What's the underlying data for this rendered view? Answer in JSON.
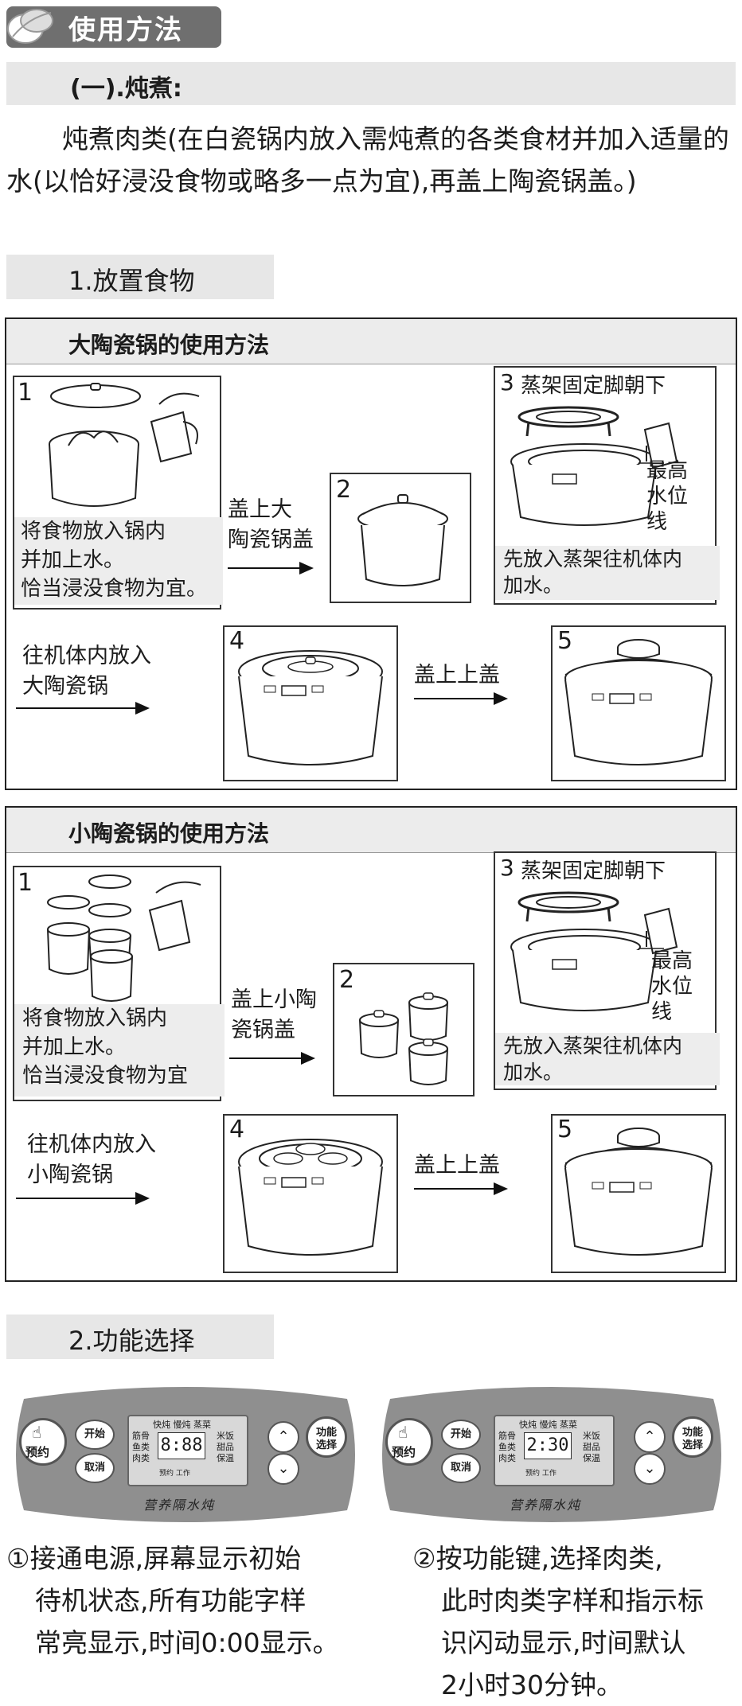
{
  "header": {
    "title": "使用方法"
  },
  "section": {
    "heading": "(一).炖煮:",
    "intro": "炖煮肉类(在白瓷锅内放入需炖煮的各类食材并加入适量的水(以恰好浸没食物或略多一点为宜),再盖上陶瓷锅盖。)"
  },
  "step1": {
    "heading": "1.放置食物"
  },
  "panel_large": {
    "title": "大陶瓷锅的使用方法",
    "box1_num": "1",
    "box1_caption": [
      "将食物放入锅内",
      "并加上水。",
      "恰当浸没食物为宜。"
    ],
    "arrow1_label": [
      "盖上大",
      "陶瓷锅盖"
    ],
    "box2_num": "2",
    "box3_num": "3",
    "box3_title": "蒸架固定脚朝下",
    "box3_water": [
      "最高",
      "水位",
      "线"
    ],
    "box3_caption": [
      "先放入蒸架往机体内",
      "加水。"
    ],
    "arrow2_label": [
      "往机体内放入",
      "大陶瓷锅"
    ],
    "box4_num": "4",
    "arrow3_label": "盖上上盖",
    "box5_num": "5"
  },
  "panel_small": {
    "title": "小陶瓷锅的使用方法",
    "box1_num": "1",
    "box1_caption": [
      "将食物放入锅内",
      "并加上水。",
      "恰当浸没食物为宜"
    ],
    "arrow1_label": [
      "盖上小陶",
      "瓷锅盖"
    ],
    "box2_num": "2",
    "box3_num": "3",
    "box3_title": "蒸架固定脚朝下",
    "box3_water": [
      "最高",
      "水位",
      "线"
    ],
    "box3_caption": [
      "先放入蒸架往机体内",
      "加水。"
    ],
    "arrow2_label": [
      "往机体内放入",
      "小陶瓷锅"
    ],
    "box4_num": "4",
    "arrow3_label": "盖上上盖",
    "box5_num": "5"
  },
  "step2": {
    "heading": "2.功能选择"
  },
  "control_panels": [
    {
      "display": "8:88",
      "keys": {
        "reserve": "预约",
        "start": "开始",
        "cancel": "取消",
        "func": [
          "功能",
          "选择"
        ]
      },
      "menu_top": [
        "快炖",
        "慢炖",
        "蒸菜"
      ],
      "menu_left": [
        "筋骨",
        "鱼类",
        "肉类"
      ],
      "menu_right": [
        "米饭",
        "甜品",
        "保温"
      ],
      "status": [
        "预约",
        "工作"
      ],
      "brand": "营养隔水炖",
      "caption": [
        "①接通电源,屏幕显示初始",
        "待机状态,所有功能字样",
        "常亮显示,时间0:00显示。"
      ]
    },
    {
      "display": "2:30",
      "keys": {
        "reserve": "预约",
        "start": "开始",
        "cancel": "取消",
        "func": [
          "功能",
          "选择"
        ]
      },
      "menu_top": [
        "快炖",
        "慢炖",
        "蒸菜"
      ],
      "menu_left": [
        "筋骨",
        "鱼类",
        "肉类"
      ],
      "menu_right": [
        "米饭",
        "甜品",
        "保温"
      ],
      "status": [
        "预约",
        "工作"
      ],
      "brand": "营养隔水炖",
      "caption": [
        "②按功能键,选择肉类,",
        "此时肉类字样和指示标",
        "识闪动显示,时间默认",
        "2小时30分钟。"
      ]
    }
  ],
  "colors": {
    "band": "#e7e7e7",
    "title_pill": "#6f6f6f",
    "panel_gray": "#8f8f8f",
    "line": "#222222"
  }
}
